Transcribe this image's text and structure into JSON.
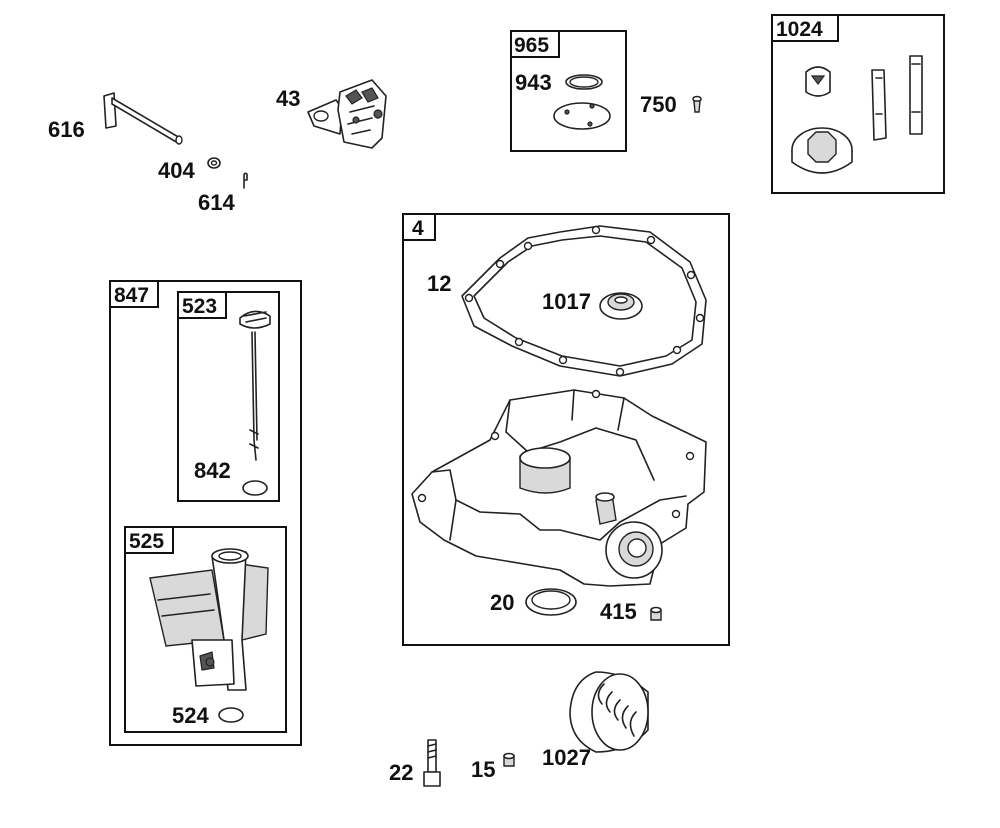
{
  "boxes": {
    "b965": "965",
    "b1024": "1024",
    "b4": "4",
    "b847": "847",
    "b523": "523",
    "b525": "525"
  },
  "labels": {
    "p616": "616",
    "p404": "404",
    "p614": "614",
    "p43": "43",
    "p943": "943",
    "p750": "750",
    "p12": "12",
    "p1017": "1017",
    "p842": "842",
    "p20": "20",
    "p415": "415",
    "p524": "524",
    "p22": "22",
    "p15": "15",
    "p1027": "1027"
  }
}
